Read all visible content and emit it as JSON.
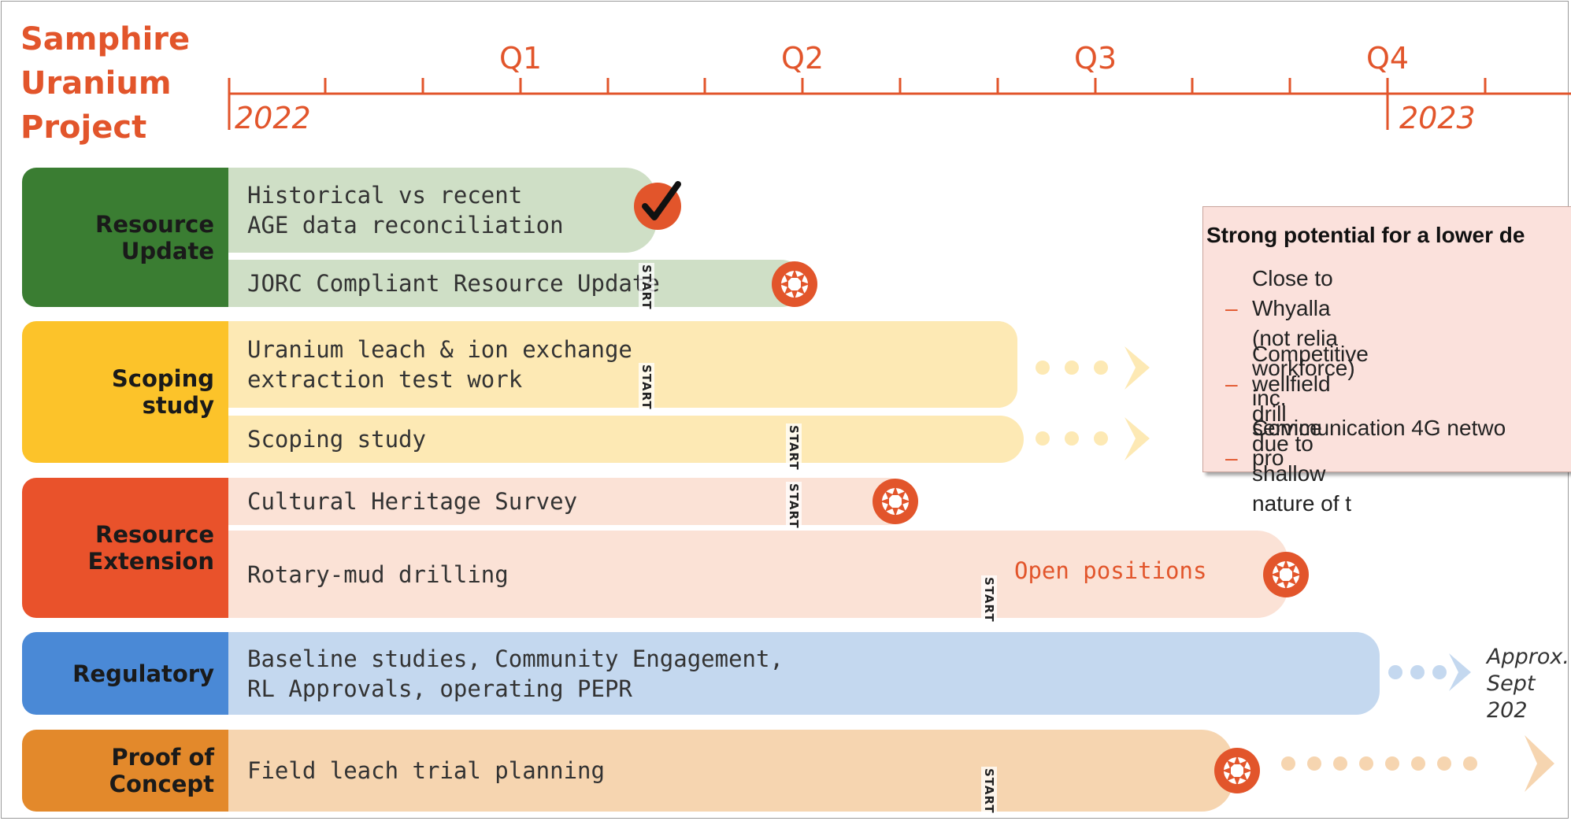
{
  "title": "Samphire\nUranium\nProject",
  "quarters": [
    "Q1",
    "Q2",
    "Q3",
    "Q4"
  ],
  "years": [
    "2022",
    "2023"
  ],
  "start_label": "START",
  "categories": [
    {
      "label": "Resource\nUpdate",
      "color": "#3a7d32"
    },
    {
      "label": "Scoping\nstudy",
      "color": "#fcc32a"
    },
    {
      "label": "Resource\nExtension",
      "color": "#e9522b"
    },
    {
      "label": "Regulatory",
      "color": "#4a89d6"
    },
    {
      "label": "Proof of\nConcept",
      "color": "#e3892b"
    }
  ],
  "tasks": {
    "historical": "Historical vs recent\nAGE data reconciliation",
    "jorc": "JORC Compliant Resource Update",
    "leach": "Uranium leach & ion exchange\nextraction test work",
    "scoping": "Scoping study",
    "heritage": "Cultural Heritage Survey",
    "rotary": "Rotary-mud drilling",
    "baseline": "Baseline studies, Community Engagement,\nRL Approvals, operating PEPR",
    "field": "Field leach trial planning"
  },
  "open_positions": "Open positions",
  "approx": "Approx.\nSept 202",
  "callout": {
    "heading": "Strong potential for a lower de",
    "bullets": [
      "Close to Whyalla (not relia\nworkforce) inc. service pro",
      "Competitive wellfield drill\ndue to shallow nature of t",
      "Communication 4G netwo"
    ],
    "dash": "–"
  },
  "colors": {
    "accent": "#e2552b",
    "resource_update_bar": "#cfdfc6",
    "scoping_bar": "#fde9b4",
    "extension_bar": "#fbe2d6",
    "regulatory_bar": "#c4d8ef",
    "concept_bar": "#f6d5b0"
  }
}
